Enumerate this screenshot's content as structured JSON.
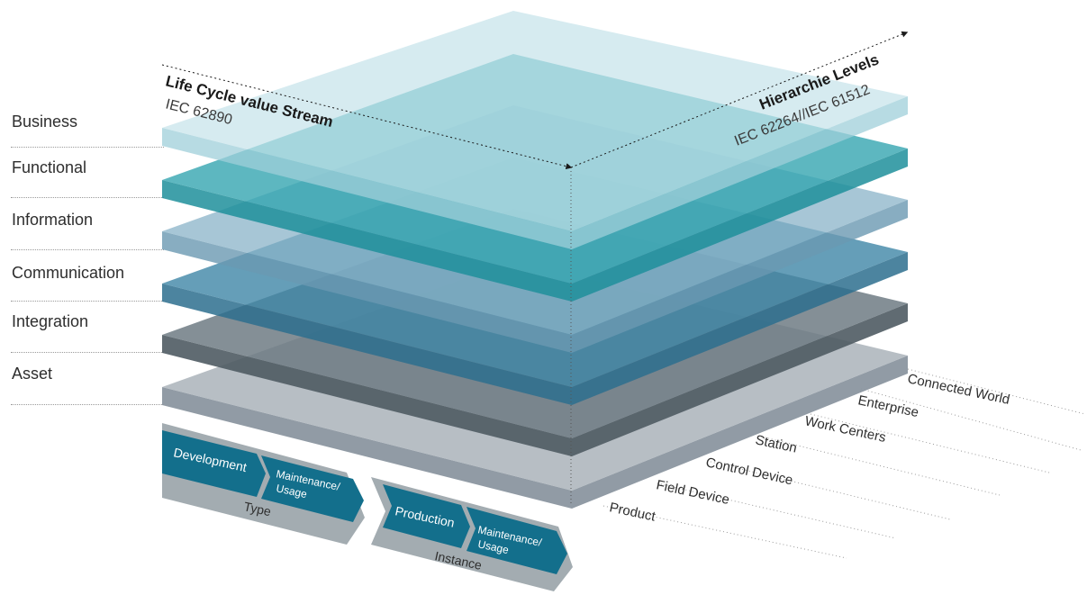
{
  "layers": [
    {
      "label": "Business"
    },
    {
      "label": "Functional"
    },
    {
      "label": "Information"
    },
    {
      "label": "Communication"
    },
    {
      "label": "Integration"
    },
    {
      "label": "Asset"
    }
  ],
  "axes": {
    "life_cycle": {
      "title": "Life Cycle value Stream",
      "standard": "IEC 62890"
    },
    "hierarchy": {
      "title": "Hierarchie Levels",
      "standard": "IEC 62264//IEC 61512"
    }
  },
  "hierarchy_levels": [
    "Product",
    "Field Device",
    "Control Device",
    "Station",
    "Work Centers",
    "Enterprise",
    "Connected World"
  ],
  "life_cycle_phases": {
    "type": {
      "label": "Type",
      "steps": [
        "Development",
        "Maintenance/",
        "Usage"
      ]
    },
    "instance": {
      "label": "Instance",
      "steps": [
        "Production",
        "Maintenance/",
        "Usage"
      ]
    }
  },
  "colors": {
    "business": "#b9dfe6",
    "functional": "#2fa0aa",
    "information": "#8fb9cc",
    "communication": "#3f8eaa",
    "integration": "#5c6d78",
    "asset": "#9aa6ae",
    "arrow_blue": "#136f8c",
    "arrow_gray": "#a3acb1"
  }
}
